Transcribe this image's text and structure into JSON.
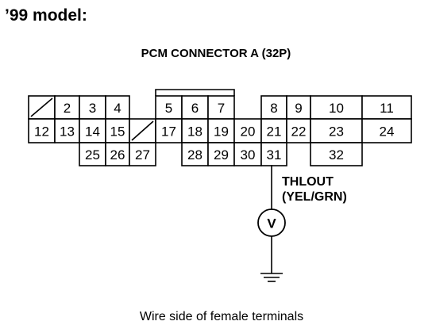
{
  "model_label": "’99 model:",
  "connector_title": "PCM CONNECTOR A (32P)",
  "signal": {
    "name": "THLOUT",
    "wire_color": "(YEL/GRN)",
    "meter": "V"
  },
  "caption": "Wire side of female terminals",
  "connector": {
    "row1": [
      {
        "pin": "",
        "blank": true
      },
      {
        "pin": "2"
      },
      {
        "pin": "3"
      },
      {
        "pin": "4"
      },
      {
        "pin": "5"
      },
      {
        "pin": "6"
      },
      {
        "pin": "7"
      },
      {
        "pin": "8"
      },
      {
        "pin": "9"
      },
      {
        "pin": "10"
      },
      {
        "pin": "11"
      }
    ],
    "row2": [
      {
        "pin": "12"
      },
      {
        "pin": "13"
      },
      {
        "pin": "14"
      },
      {
        "pin": "15"
      },
      {
        "pin": "",
        "blank": true
      },
      {
        "pin": "17"
      },
      {
        "pin": "18"
      },
      {
        "pin": "19"
      },
      {
        "pin": "20"
      },
      {
        "pin": "21"
      },
      {
        "pin": "22"
      },
      {
        "pin": "23"
      },
      {
        "pin": "24"
      }
    ],
    "row3": [
      {
        "pin": "25"
      },
      {
        "pin": "26"
      },
      {
        "pin": "27"
      },
      {
        "pin": "28"
      },
      {
        "pin": "29"
      },
      {
        "pin": "30"
      },
      {
        "pin": "31"
      },
      {
        "pin": "32"
      }
    ]
  }
}
